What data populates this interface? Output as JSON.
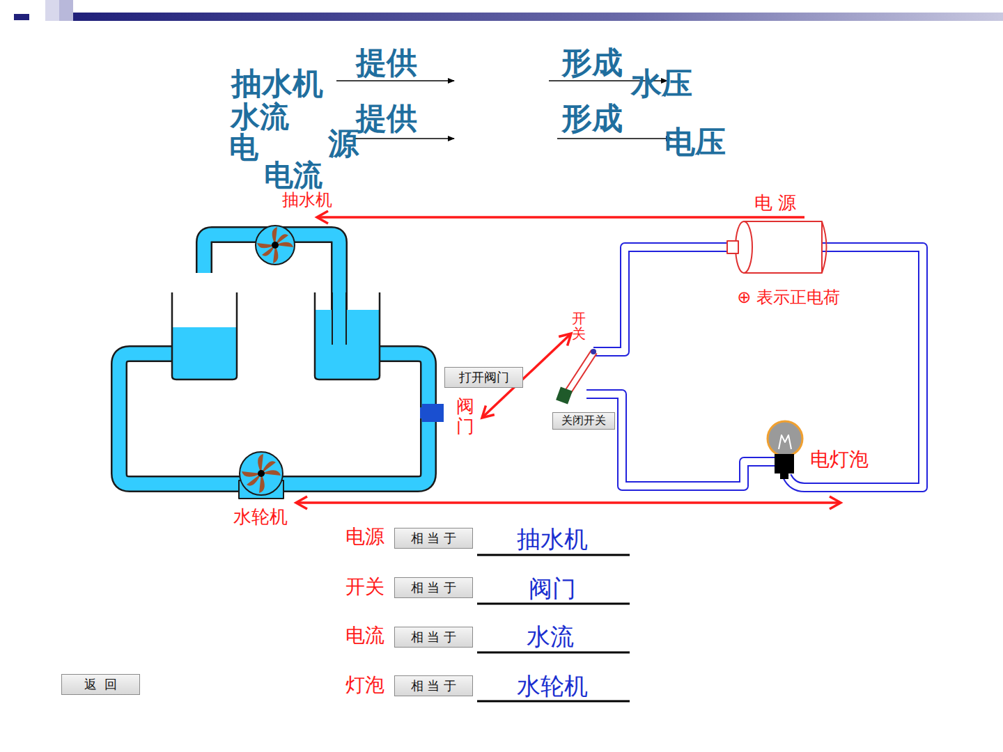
{
  "diagram": {
    "nodes": [
      {
        "text": [
          "打开阀门"
        ]
      },
      {
        "text": [
          "关闭开关"
        ]
      },
      {
        "text": [
          "相 当 于"
        ]
      },
      {
        "text": [
          "相 当 于"
        ]
      },
      {
        "text": [
          "相 当 于"
        ]
      },
      {
        "text": [
          "相 当 于"
        ]
      },
      {
        "text": [
          "返  回"
        ]
      }
    ],
    "labels": [
      "抽水机",
      "提供",
      "形成",
      "水压",
      "水流",
      "提供",
      "形成",
      "电",
      "源",
      "电压",
      "电流",
      "抽水机",
      "电 源",
      "⊕ 表示正电荷",
      "开关",
      "阀门",
      "电灯泡",
      "水轮机",
      "电源",
      "抽水机",
      "开关",
      "阀门",
      "电流",
      "水流",
      "灯泡",
      "水轮机"
    ]
  }
}
